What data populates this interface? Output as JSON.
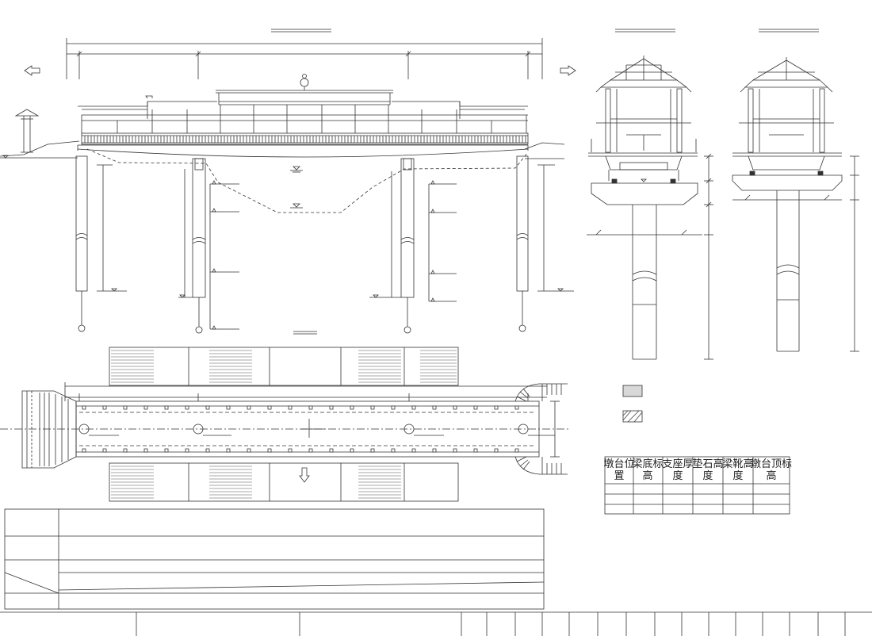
{
  "colors": {
    "line": "#333333",
    "background": "#ffffff",
    "hatch": "#555555",
    "fill_light": "#d8d8d8",
    "fill_dark": "#444444"
  },
  "icons": {
    "direction_left": "arrow-left-icon",
    "direction_right": "arrow-right-icon",
    "direction_down": "arrow-down-icon",
    "water_level": "triangle-marker-icon",
    "pile_end": "circle-marker-icon",
    "break_line": "break-symbol-icon",
    "legend_light": "sand-hatch-swatch",
    "legend_dark": "concrete-hatch-swatch"
  },
  "table": {
    "headers": [
      [
        "墩台位",
        "置"
      ],
      [
        "梁底标",
        "高"
      ],
      [
        "支座厚",
        "度"
      ],
      [
        "垫石高",
        "度"
      ],
      [
        "梁靴高",
        "度"
      ],
      [
        "墩台顶标",
        "高"
      ]
    ],
    "blank_rows": 3
  }
}
